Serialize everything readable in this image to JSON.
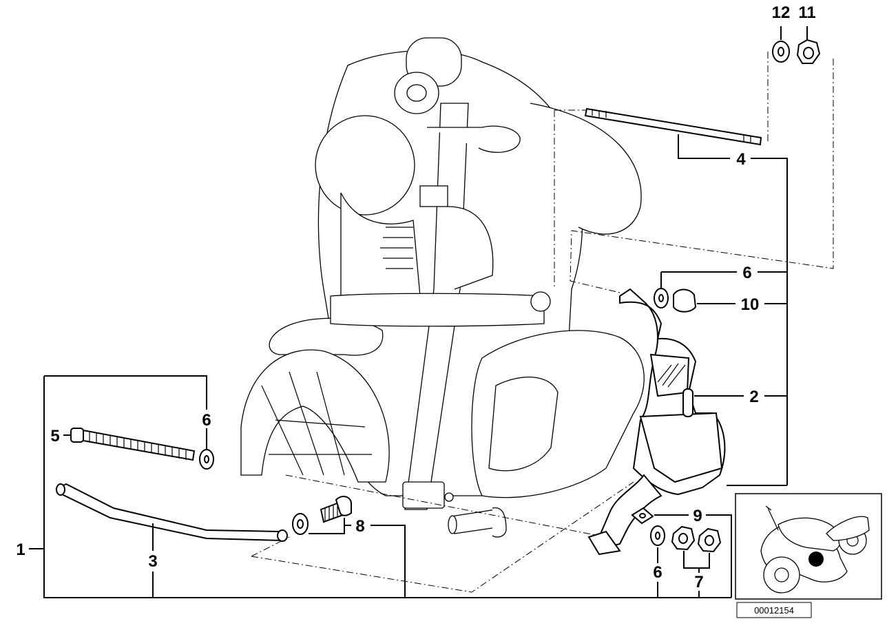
{
  "diagram": {
    "callouts": [
      {
        "id": "c12",
        "text": "12"
      },
      {
        "id": "c11",
        "text": "11"
      },
      {
        "id": "c4",
        "text": "4"
      },
      {
        "id": "c6a",
        "text": "6"
      },
      {
        "id": "c10",
        "text": "10"
      },
      {
        "id": "c2",
        "text": "2"
      },
      {
        "id": "c6b",
        "text": "6"
      },
      {
        "id": "c5",
        "text": "5"
      },
      {
        "id": "c1",
        "text": "1"
      },
      {
        "id": "c3",
        "text": "3"
      },
      {
        "id": "c8",
        "text": "8"
      },
      {
        "id": "c9",
        "text": "9"
      },
      {
        "id": "c6c",
        "text": "6"
      },
      {
        "id": "c7",
        "text": "7"
      }
    ],
    "reference_number": "00012154"
  }
}
